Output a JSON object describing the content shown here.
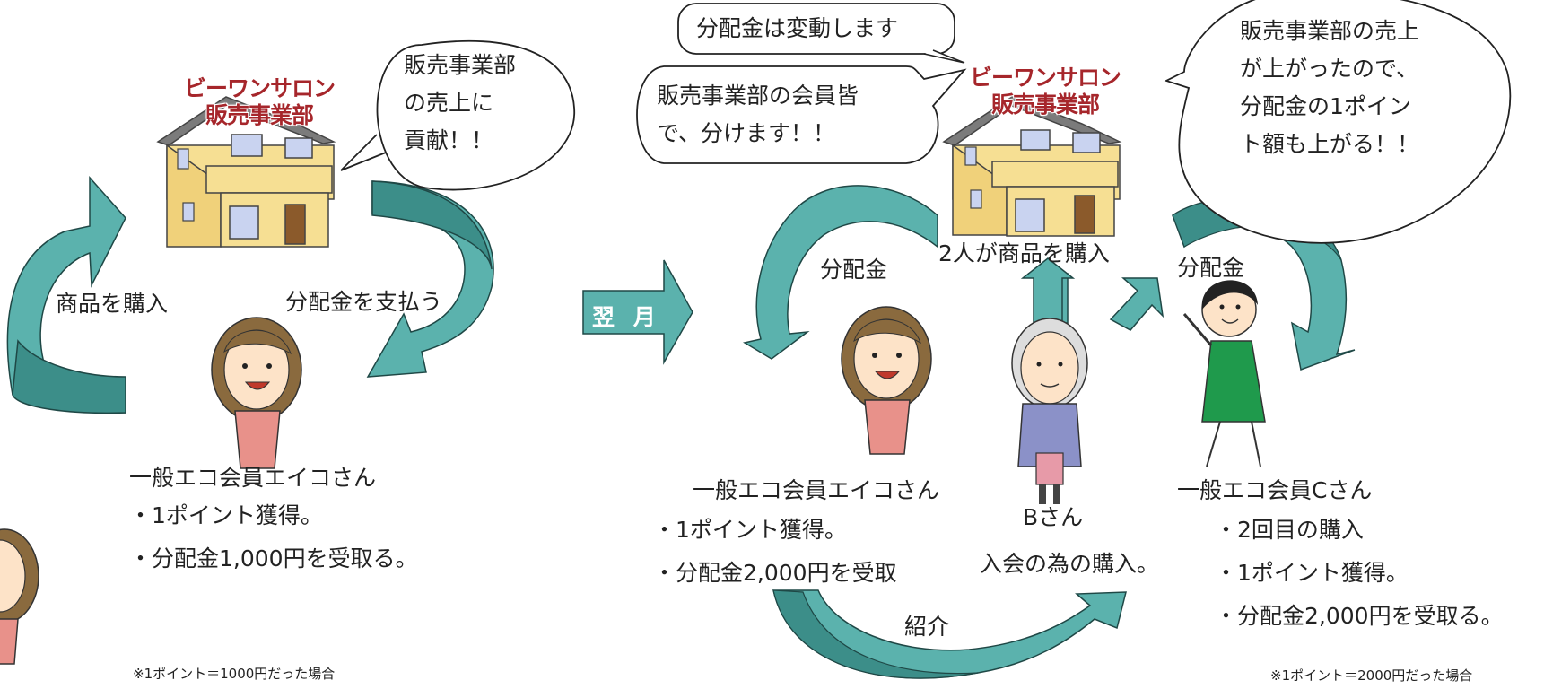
{
  "colors": {
    "arrow": "#5bb2ad",
    "arrow_dark": "#3c8e89",
    "house": "#f6df93",
    "roof": "#7b7b7b",
    "sign": "#a6262b"
  },
  "left": {
    "sign_line1": "ビーワンサロン",
    "sign_line2": "販売事業部",
    "bubble_lines": [
      "販売事業部",
      "の売上に",
      "貢献！！"
    ],
    "arrow_buy": "商品を購入",
    "arrow_pay": "分配金を支払う",
    "member_name": "一般エコ会員エイコさん",
    "bullets": [
      "・1ポイント獲得。",
      "・分配金1,000円を受取る。"
    ],
    "note": "※1ポイント＝1000円だった場合"
  },
  "middle": {
    "next_month": "翌 月"
  },
  "right": {
    "sign_line1": "ビーワンサロン",
    "sign_line2": "販売事業部",
    "bubble_varies": "分配金は変動します",
    "bubble_share_lines": [
      "販売事業部の会員皆",
      "で、分けます！！"
    ],
    "bubble_right_lines": [
      "販売事業部の売上",
      "が上がったので、",
      "分配金の1ポイン",
      "ト額も上がる！！"
    ],
    "label_dist_left": "分配金",
    "label_two_buy": "2人が商品を購入",
    "label_dist_right": "分配金",
    "label_intro": "紹介",
    "member_a_name": "一般エコ会員エイコさん",
    "member_a_bullets": [
      "・1ポイント獲得。",
      "・分配金2,000円を受取"
    ],
    "member_b_name": "Bさん",
    "member_b_note": "入会の為の購入。",
    "member_c_name": "一般エコ会員Cさん",
    "member_c_bullets": [
      "・2回目の購入",
      "・1ポイント獲得。",
      "・分配金2,000円を受取る。"
    ],
    "note": "※1ポイント＝2000円だった場合"
  }
}
